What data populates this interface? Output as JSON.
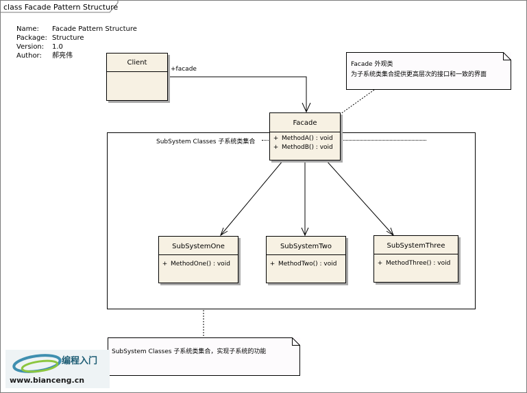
{
  "frame": {
    "title": "class Facade Pattern Structure"
  },
  "meta": [
    {
      "key": "Name:",
      "value": "Facade Pattern Structure"
    },
    {
      "key": "Package:",
      "value": "Structure"
    },
    {
      "key": "Version:",
      "value": "1.0"
    },
    {
      "key": "Author:",
      "value": "郝亮伟"
    }
  ],
  "classes": {
    "client": {
      "name": "Client"
    },
    "facade": {
      "name": "Facade",
      "operations": [
        {
          "visibility": "+",
          "signature": "MethodA() : void"
        },
        {
          "visibility": "+",
          "signature": "MethodB() : void"
        }
      ]
    },
    "subsystem_one": {
      "name": "SubSystemOne",
      "operations": [
        {
          "visibility": "+",
          "signature": "MethodOne() : void"
        }
      ]
    },
    "subsystem_two": {
      "name": "SubSystemTwo",
      "operations": [
        {
          "visibility": "+",
          "signature": "MethodTwo() : void"
        }
      ]
    },
    "subsystem_three": {
      "name": "SubSystemThree",
      "operations": [
        {
          "visibility": "+",
          "signature": "MethodThree() : void"
        }
      ]
    }
  },
  "association": {
    "role": "+facade"
  },
  "package": {
    "label": "SubSystem Classes 子系统类集合"
  },
  "notes": {
    "facade_note": {
      "line1": "Facade 外观类",
      "line2": "为子系统类集合提供更高层次的接口和一致的界面"
    },
    "subsystem_note": {
      "line1": "SubSystem Classes 子系统类集合，实现子系统的功能"
    }
  },
  "logo": {
    "chinese": "编程入门",
    "url": "www.bianceng.cn"
  },
  "colors": {
    "class_fill": "#f7f1e3",
    "note_fill": "#fdfbfd",
    "shadow": "#a9a9a9"
  }
}
